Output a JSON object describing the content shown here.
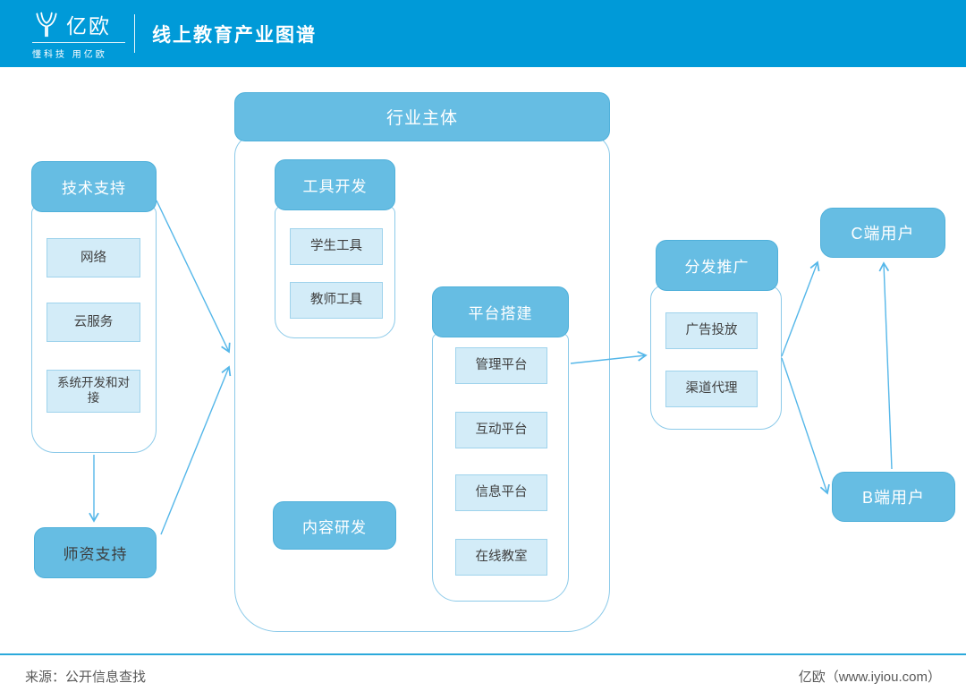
{
  "header": {
    "logo_text": "亿欧",
    "logo_tagline": "懂科技 用亿欧",
    "title": "线上教育产业图谱"
  },
  "diagram": {
    "industry_header": "行业主体",
    "groups": {
      "tech_support": {
        "label": "技术支持",
        "items": [
          "网络",
          "云服务",
          "系统开发和对接"
        ]
      },
      "teacher_support": {
        "label": "师资支持"
      },
      "tool_dev": {
        "label": "工具开发",
        "items": [
          "学生工具",
          "教师工具"
        ]
      },
      "platform": {
        "label": "平台搭建",
        "items": [
          "管理平台",
          "互动平台",
          "信息平台",
          "在线教室"
        ]
      },
      "content_dev": {
        "label": "内容研发"
      },
      "distribution": {
        "label": "分发推广",
        "items": [
          "广告投放",
          "渠道代理"
        ]
      },
      "c_users": {
        "label": "C端用户"
      },
      "b_users": {
        "label": "B端用户"
      }
    },
    "connections": [
      {
        "from": "技术支持",
        "to": "行业主体"
      },
      {
        "from": "技术支持",
        "to": "师资支持"
      },
      {
        "from": "师资支持",
        "to": "行业主体"
      },
      {
        "from": "平台搭建",
        "to": "分发推广"
      },
      {
        "from": "分发推广",
        "to": "C端用户"
      },
      {
        "from": "分发推广",
        "to": "B端用户"
      },
      {
        "from": "B端用户",
        "to": "C端用户"
      }
    ]
  },
  "footer": {
    "source": "来源：公开信息查找",
    "brand": "亿欧（www.iyiou.com）"
  },
  "colors": {
    "header_blue": "#009AD8",
    "box_blue": "#66BDE3",
    "box_border": "#4FB0DA",
    "item_fill": "#D3ECF8",
    "item_border": "#9FD3EC",
    "container_border": "#8CCAE9",
    "arrow": "#55B7E9",
    "footer_text": "#595959"
  }
}
